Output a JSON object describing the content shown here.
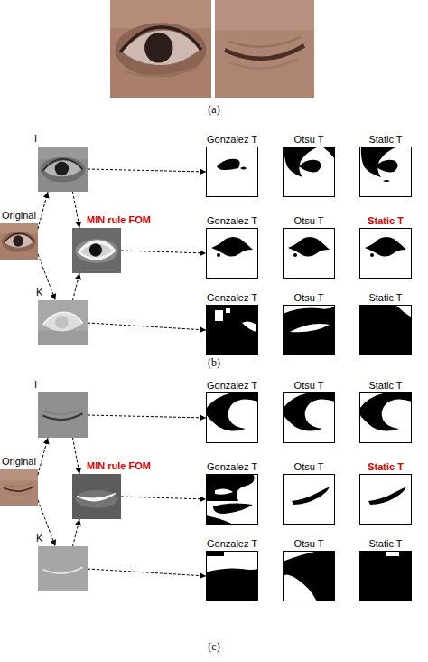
{
  "diagram": {
    "nodes": [
      {
        "text": [
          "I"
        ]
      },
      {
        "text": [
          "Gonzalez T"
        ]
      },
      {
        "text": [
          "Otsu T"
        ]
      },
      {
        "text": [
          "Static T"
        ]
      },
      {
        "text": [
          "Original"
        ]
      },
      {
        "text": [
          "MIN rule FOM"
        ]
      },
      {
        "text": [
          "Gonzalez T"
        ]
      },
      {
        "text": [
          "Otsu T"
        ]
      },
      {
        "text": [
          "Static T"
        ]
      },
      {
        "text": [
          "K"
        ]
      },
      {
        "text": [
          "Gonzalez T"
        ]
      },
      {
        "text": [
          "Otsu T"
        ]
      },
      {
        "text": [
          "Static T"
        ]
      },
      {
        "text": [
          "I"
        ]
      },
      {
        "text": [
          "Gonzalez T"
        ]
      },
      {
        "text": [
          "Otsu T"
        ]
      },
      {
        "text": [
          "Static T"
        ]
      },
      {
        "text": [
          "Original"
        ]
      },
      {
        "text": [
          "MIN rule FOM"
        ]
      },
      {
        "text": [
          "Gonzalez T"
        ]
      },
      {
        "text": [
          "Otsu T"
        ]
      },
      {
        "text": [
          "Static T"
        ]
      },
      {
        "text": [
          "K"
        ]
      },
      {
        "text": [
          "Gonzalez T"
        ]
      },
      {
        "text": [
          "Otsu T"
        ]
      },
      {
        "text": [
          "Static T"
        ]
      }
    ],
    "edges": [
      {
        "from": 4,
        "to": 0,
        "arrow": "to"
      },
      {
        "from": 0,
        "to": 5,
        "arrow": "to"
      },
      {
        "from": 4,
        "to": 9,
        "arrow": "to"
      },
      {
        "from": 9,
        "to": 5,
        "arrow": "to"
      },
      {
        "from": 0,
        "to": 1,
        "arrow": "to"
      },
      {
        "from": 5,
        "to": 6,
        "arrow": "to"
      },
      {
        "from": 9,
        "to": 10,
        "arrow": "to"
      },
      {
        "from": 17,
        "to": 13,
        "arrow": "to"
      },
      {
        "from": 13,
        "to": 18,
        "arrow": "to"
      },
      {
        "from": 17,
        "to": 22,
        "arrow": "to"
      },
      {
        "from": 22,
        "to": 18,
        "arrow": "to"
      },
      {
        "from": 13,
        "to": 14,
        "arrow": "to"
      },
      {
        "from": 18,
        "to": 19,
        "arrow": "to"
      },
      {
        "from": 22,
        "to": 23,
        "arrow": "to"
      }
    ],
    "labels": [
      "(a)",
      "(b)",
      "(c)"
    ]
  }
}
